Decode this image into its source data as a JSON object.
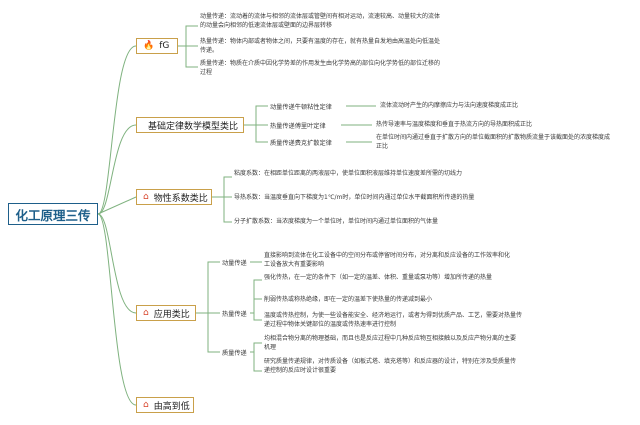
{
  "root": "化工原理三传",
  "branches": [
    {
      "label": "fG",
      "icon": "fire-icon",
      "items": [
        "动量传递：流动着的流体与相邻的流体层或管壁间有相对运动，流速较高、动量较大的流体的动量会向相邻的低速流体层或壁面的边界层转移",
        "热量传递：物体内部或者物体之间，只要有温度的存在，就有热量自发地由高温处向低温处传递。",
        "质量传递：物质在介质中因化学势差的作用发生由化学势高的部位向化学势低的部位迁移的过程"
      ]
    },
    {
      "label": "基础定律数学模型类比",
      "icon": "flag-icon",
      "items": [
        {
          "name": "动量传递牛顿粘性定律",
          "desc": "流体流动时产生的内摩擦应力与法向速度梯度成正比"
        },
        {
          "name": "热量传递傅里叶定律",
          "desc": "热传导速率与温度梯度和垂直于热流方向的导热面积成正比"
        },
        {
          "name": "质量传递费克扩散定律",
          "desc": "在单位时间内通过垂直于扩散方向的单位截面积的扩散物质流量于该截面处的浓度梯度成正比"
        }
      ]
    },
    {
      "label": "物性系数类比",
      "icon": "house-icon",
      "items": [
        "粘度系数：在相距单位距离的两液层中，使单位面积液层维持单位速度差所需的切线力",
        "导热系数：当温度垂直向下梯度为1℃/m时，单位时间内通过单位水平截面积所传递的热量",
        "分子扩散系数：当浓度梯度为一个单位时，单位时间内通过单位面积的气体量"
      ]
    },
    {
      "label": "应用类比",
      "icon": "house-icon",
      "groups": [
        {
          "name": "动量传递",
          "items": [
            "直接影响到流体在化工设备中的空间分布或停留时间分布，对分离和反应设备的工作效率和化工设备放大有重要影响"
          ]
        },
        {
          "name": "热量传递",
          "items": [
            "强化传热，在一定的条件下（如一定的温差、体积、重量或泵功等）增加所传递的热量",
            "削弱传热或称热绝缘，即在一定的温差下使热量的传递减到最小",
            "温度或传热控制，为使一些设备能安全、经济地运行，或者为得到优质产品、工艺，需要对热量传递过程中物体关键部位的温度或传热速率进行控制"
          ]
        },
        {
          "name": "质量传递",
          "items": [
            "均相混合物分离的物理基础，而且也是反应过程中几种反应物互相接触以及反应产物分离的主要机理",
            "研究质量传递规律，对传质设备（如板式塔、填充塔等）和反应器的设计，特别在涉及受质量传递控制的反应时设计很重要"
          ]
        }
      ]
    },
    {
      "label": "由高到低",
      "icon": "house-icon"
    }
  ]
}
